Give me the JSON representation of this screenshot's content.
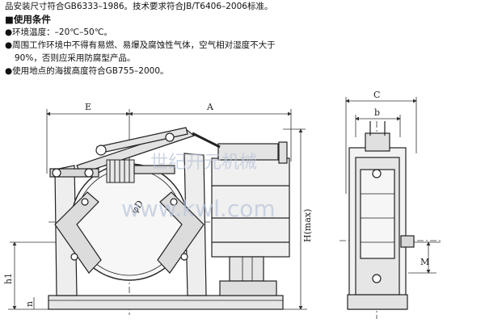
{
  "text": {
    "line1": "品安装尺寸符合GB6333–1986。技术要求符合JB/T6406–2006标准。",
    "heading": "■使用条件",
    "item1": "●环境温度：–20℃–50℃。",
    "item2": "●周围工作环境中不得有易燃、易爆及腐蚀性气体，空气相对湿度不大于",
    "item2b": "90%，否则应采用防腐型产品。",
    "item3": "●使用地点的海拔高度符合GB755–2000。"
  },
  "dimensions": {
    "E": "E",
    "A": "A",
    "C": "C",
    "b": "b",
    "D": "φD",
    "H": "H(max)",
    "h1": "h1",
    "n": "n",
    "M": "M"
  },
  "watermark": {
    "cn": "世纪开元机械",
    "url": "www.kwl.com"
  }
}
